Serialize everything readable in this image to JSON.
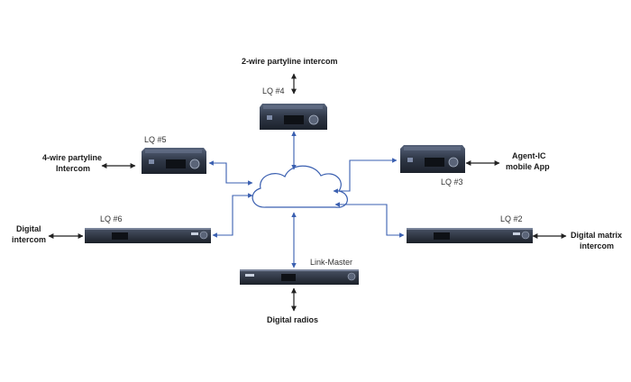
{
  "colors": {
    "link": "#3a5fb0",
    "arrow": "#222222",
    "device": "#2b3340",
    "device_dark": "#1a1f28",
    "cloud_stroke": "#3a5fb0"
  },
  "labels": {
    "two_wire": "2-wire partyline intercom",
    "four_wire_line1": "4-wire partyline",
    "four_wire_line2": "Intercom",
    "agent_line1": "Agent-IC",
    "agent_line2": "mobile App",
    "digital_intercom_line1": "Digital",
    "digital_intercom_line2": "intercom",
    "digital_matrix_line1": "Digital matrix",
    "digital_matrix_line2": "intercom",
    "digital_radios": "Digital radios"
  },
  "devices": {
    "lq4": "LQ #4",
    "lq5": "LQ #5",
    "lq3": "LQ #3",
    "lq6": "LQ #6",
    "lq2": "LQ #2",
    "link_master": "Link-Master"
  }
}
